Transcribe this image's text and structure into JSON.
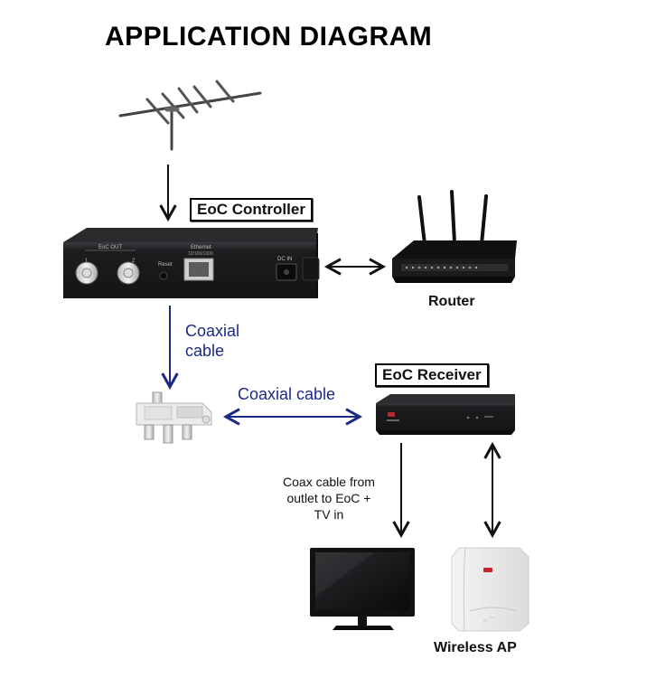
{
  "title": "APPLICATION DIAGRAM",
  "labels": {
    "controller": "EoC Controller",
    "router": "Router",
    "receiver": "EoC Receiver",
    "wireless_ap": "Wireless AP",
    "coax_vertical_line1": "Coaxial",
    "coax_vertical_line2": "cable",
    "coax_horizontal": "Coaxial cable",
    "coax_note_line1": "Coax cable from",
    "coax_note_line2": "outlet to EoC +",
    "coax_note_line3": "TV in"
  },
  "controller_panel": {
    "eoc_out": "EoC OUT",
    "port1": "1",
    "port2": "2",
    "reset": "Reset",
    "ethernet": "Ethernet",
    "ethernet_speed": "10/100/1000",
    "dc_in": "DC IN"
  },
  "colors": {
    "arrow_black": "#111111",
    "arrow_blue": "#1c2a86",
    "device_dark": "#1d1d1f"
  }
}
